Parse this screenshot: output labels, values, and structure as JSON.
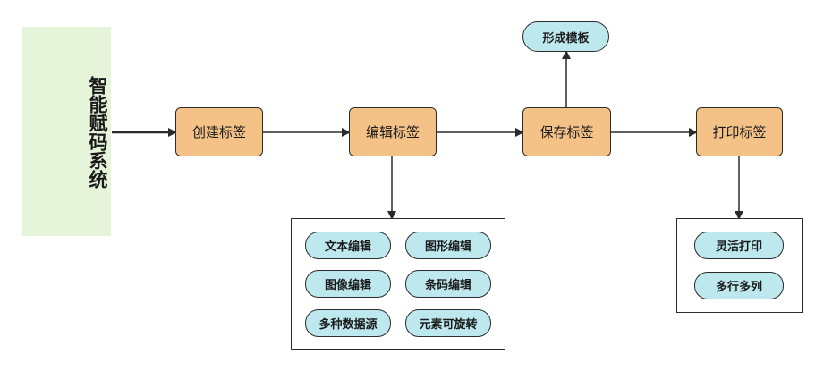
{
  "system": {
    "title": "智能赋码系统"
  },
  "steps": {
    "create": "创建标签",
    "edit": "编辑标签",
    "save": "保存标签",
    "print": "打印标签"
  },
  "template": {
    "label": "形成模板"
  },
  "edit_features": {
    "text_edit": "文本编辑",
    "shape_edit": "图形编辑",
    "image_edit": "图像编辑",
    "barcode_edit": "条码编辑",
    "data_sources": "多种数据源",
    "rotate_elements": "元素可旋转"
  },
  "print_features": {
    "flexible_print": "灵活打印",
    "multi_row_col": "多行多列"
  },
  "colors": {
    "system_bg": "#e6f5d9",
    "step_fill": "#f4c187",
    "feature_fill": "#bce8ee",
    "stroke": "#2b2b2b"
  }
}
